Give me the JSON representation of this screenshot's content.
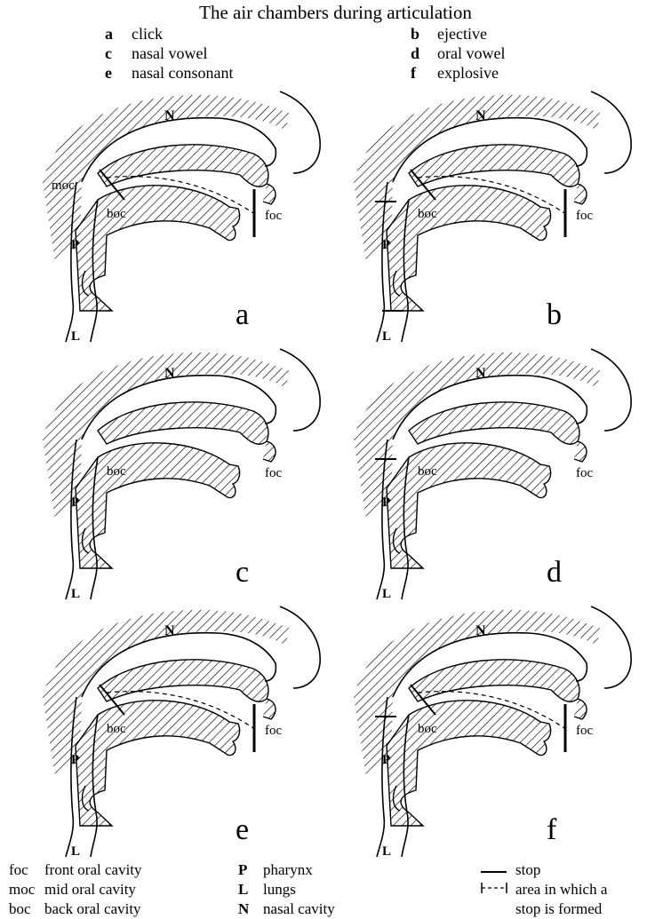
{
  "title": "The air chambers during articulation",
  "key": [
    {
      "letter": "a",
      "label": "click"
    },
    {
      "letter": "b",
      "label": "ejective"
    },
    {
      "letter": "c",
      "label": "nasal vowel"
    },
    {
      "letter": "d",
      "label": "oral vowel"
    },
    {
      "letter": "e",
      "label": "nasal consonant"
    },
    {
      "letter": "f",
      "label": "explosive"
    }
  ],
  "diagram_labels": {
    "nasal": "N",
    "pharynx": "P",
    "lungs": "L",
    "boc": "boc",
    "foc": "foc",
    "moc": "moc"
  },
  "panels": [
    {
      "letter": "a",
      "moc": true,
      "stop_front": true,
      "stop_back_tongue": true,
      "stop_pharynx": false,
      "stop_larynx": false,
      "dashed": true
    },
    {
      "letter": "b",
      "moc": false,
      "stop_front": true,
      "stop_back_tongue": true,
      "stop_pharynx": true,
      "stop_larynx": true,
      "dashed": true
    },
    {
      "letter": "c",
      "moc": false,
      "stop_front": false,
      "stop_back_tongue": false,
      "stop_pharynx": false,
      "stop_larynx": false,
      "dashed": false
    },
    {
      "letter": "d",
      "moc": false,
      "stop_front": false,
      "stop_back_tongue": false,
      "stop_pharynx": true,
      "stop_larynx": false,
      "dashed": false
    },
    {
      "letter": "e",
      "moc": false,
      "stop_front": true,
      "stop_back_tongue": true,
      "stop_pharynx": false,
      "stop_larynx": false,
      "dashed": true
    },
    {
      "letter": "f",
      "moc": false,
      "stop_front": true,
      "stop_back_tongue": true,
      "stop_pharynx": true,
      "stop_larynx": false,
      "dashed": true
    }
  ],
  "legend": {
    "abbrev": [
      {
        "code": "foc",
        "meaning": "front oral cavity"
      },
      {
        "code": "moc",
        "meaning": "mid oral cavity"
      },
      {
        "code": "boc",
        "meaning": "back oral cavity"
      }
    ],
    "symbols": [
      {
        "code": "P",
        "meaning": "pharynx"
      },
      {
        "code": "L",
        "meaning": "lungs"
      },
      {
        "code": "N",
        "meaning": "nasal cavity"
      }
    ],
    "stop_label": "stop",
    "area_label_1": "area in which a",
    "area_label_2": "stop is formed"
  }
}
